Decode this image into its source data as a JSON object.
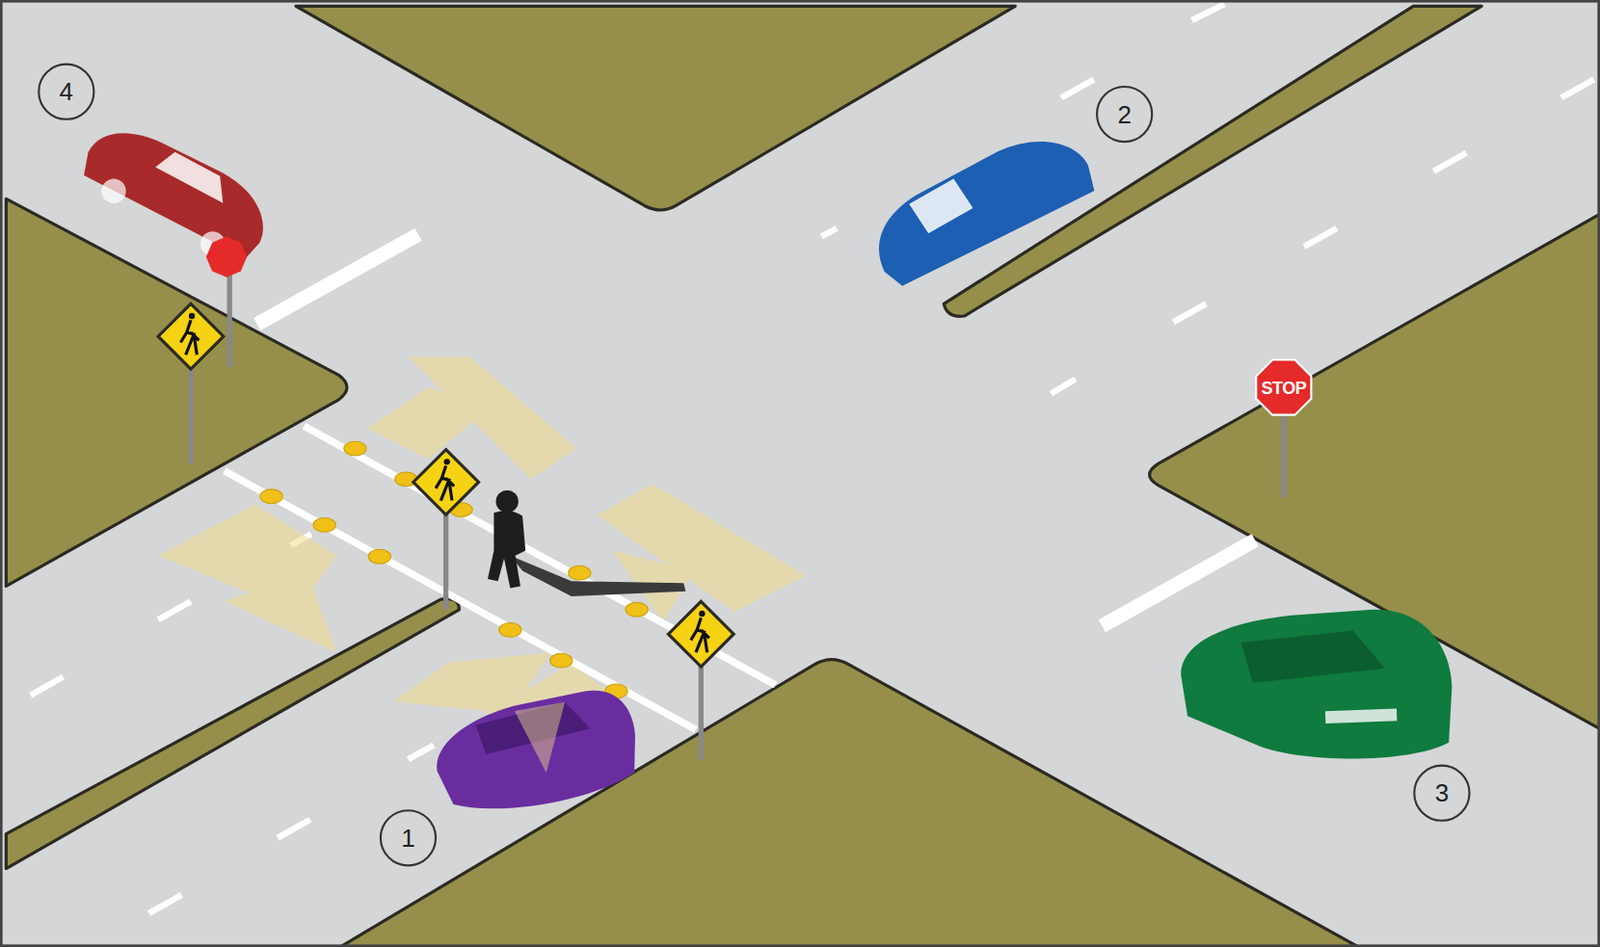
{
  "diagram": {
    "labels": [
      "4",
      "2",
      "STOP",
      "3",
      "1"
    ]
  }
}
